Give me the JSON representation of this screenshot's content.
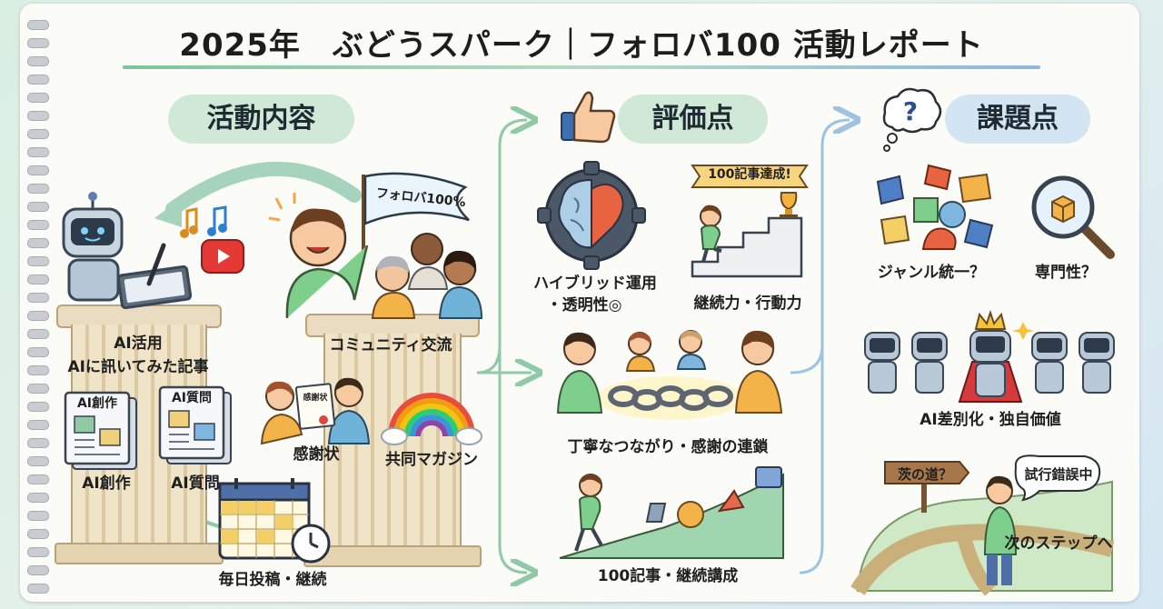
{
  "title": "2025年　ぶどうスパーク｜フォロバ100 活動レポート",
  "sections": {
    "activity": {
      "heading": "活動内容",
      "pillar_left": "AI活用",
      "pillar_left_sub": "AIに訊いてみた記事",
      "pillar_right": "コミュニティ交流",
      "flag_text": "フォロバ100%",
      "certificate_text": "感謝状",
      "label_ai_create": "AI創作",
      "label_ai_question": "AI質問",
      "doc_ai_create": "AI創作",
      "doc_ai_question": "AI質問",
      "label_thanks": "感謝状",
      "label_magazine": "共同マガジン",
      "label_daily": "毎日投稿・継続"
    },
    "evaluation": {
      "heading": "評価点",
      "hybrid_1": "ハイブリッド運用",
      "hybrid_2": "・透明性◎",
      "banner": "100記事達成!",
      "continuity": "継続力・行動力",
      "connection": "丁寧なつながり・感謝の連鎖",
      "achievement": "100記事・継続講成"
    },
    "issues": {
      "heading": "課題点",
      "genre": "ジャンル統一？",
      "expertise": "専門性？",
      "differentiation": "AI差別化・独自価値",
      "sign": "茨の道？",
      "bubble": "試行錯誤中",
      "next_step": "次のステップへ"
    }
  },
  "colors": {
    "green_pill": "#cfe9d6",
    "blue_pill": "#d3e4f2",
    "arrow": "#8fc9a6",
    "accent_orange": "#f3a847",
    "robot_blue": "#9db4c9"
  }
}
